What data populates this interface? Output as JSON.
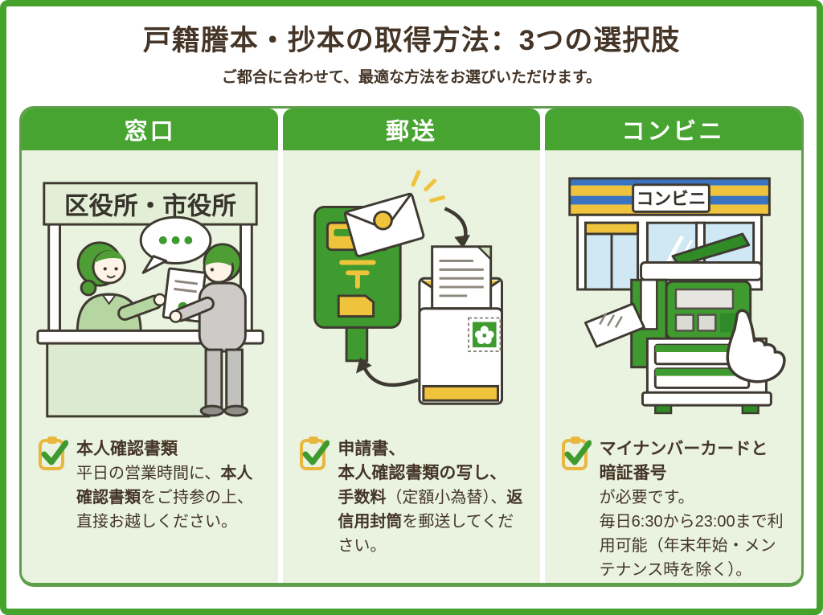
{
  "page": {
    "title": "戸籍謄本・抄本の取得方法：3つの選択肢",
    "subtitle": "ご都合に合わせて、最適な方法をお選びいただけます。"
  },
  "colors": {
    "accent_green": "#48a431",
    "illustration_green": "#3f9b2f",
    "panel_light_green": "#e9f3e0",
    "board_border_green": "#5f9e4d",
    "text_brown": "#443527",
    "accent_yellow": "#f0c33c",
    "awning_blue": "#3a74c0",
    "window_blue": "#cfe8f4"
  },
  "columns": [
    {
      "header": "窓口",
      "illustration": "city-office-counter-scene",
      "sign": "区役所・市役所",
      "check_icon": "clipboard-check-icon",
      "title": "本人確認書類",
      "body_pre": "平日の営業時間に、",
      "body_bold": "本人確認書類",
      "body_post": "をご持参の上、直接お越しください。"
    },
    {
      "header": "郵送",
      "illustration": "mailbox-and-envelope-scene",
      "check_icon": "clipboard-check-icon",
      "title_line1": "申請書、",
      "title_line2": "本人確認書類の写し、",
      "body_bold1": "手数料",
      "body_mid": "（定額小為替）、",
      "body_bold2": "返信用封筒",
      "body_post": "を郵送してください。"
    },
    {
      "header": "コンビニ",
      "illustration": "convenience-store-copier-scene",
      "sign": "コンビニ",
      "check_icon": "clipboard-check-icon",
      "title_line1": "マイナンバーカードと",
      "title_line2": "暗証番号",
      "body_line1": "が必要です。",
      "body_line2": "毎日6:30から23:00まで利用可能（年末年始・メンテナンス時を除く）。"
    }
  ]
}
